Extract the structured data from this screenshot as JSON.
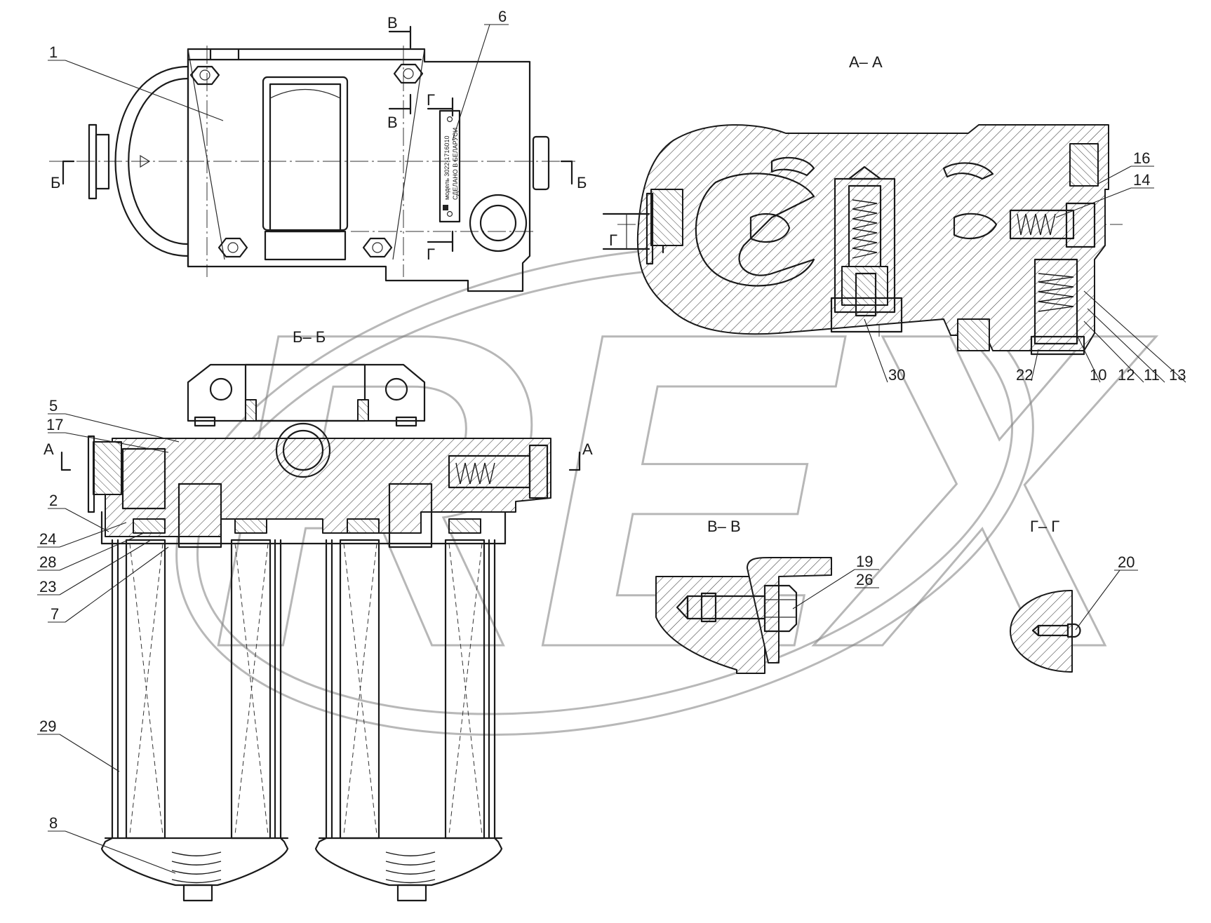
{
  "drawing": {
    "watermark": "REX",
    "sections": {
      "aa": "А– А",
      "bb": "Б– Б",
      "vv": "В– В",
      "gg": "Г– Г"
    },
    "cut_marks": {
      "b_left": "Б",
      "b_right": "Б",
      "v_top": "В",
      "v_bottom": "В",
      "g_top": "Г",
      "g_bottom": "Г",
      "g_aa": "Г",
      "a_left": "А",
      "a_right": "А"
    },
    "nameplate": {
      "line1": "модель 3022-1716010",
      "line2": "СДЕЛАНО В БЕЛАРУСИ"
    },
    "callouts": [
      "1",
      "6",
      "16",
      "14",
      "30",
      "22",
      "10",
      "12",
      "11",
      "13",
      "5",
      "17",
      "2",
      "24",
      "28",
      "23",
      "7",
      "19",
      "26",
      "20",
      "29",
      "8"
    ]
  }
}
